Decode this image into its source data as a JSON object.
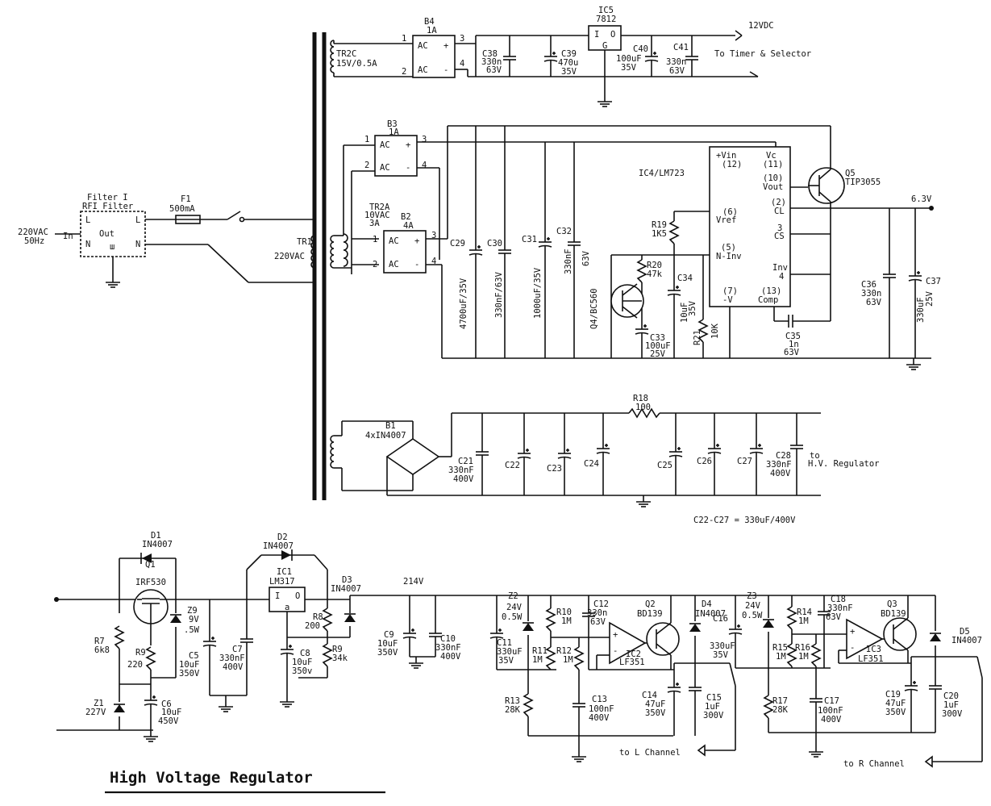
{
  "title": "High Voltage Regulator",
  "input": {
    "line1": "220VAC",
    "line2": "50Hz"
  },
  "filter": {
    "title1": "Filter I",
    "title2": "RFI Filter",
    "in": "In",
    "out": "Out",
    "l1": "L",
    "l2": "L",
    "n1": "N",
    "n2": "N",
    "gnd": "ш"
  },
  "fuse": {
    "ref": "F1",
    "val": "500mA"
  },
  "tr1": {
    "ref": "TR1",
    "val": "220VAC"
  },
  "tr2c": {
    "ref": "TR2C",
    "val": "15V/0.5A"
  },
  "tr2a": {
    "ref": "TR2A",
    "val1": "10VAC",
    "val2": "3A"
  },
  "b4": {
    "ref": "B4",
    "val": "1A",
    "p1": "1",
    "p2": "2",
    "p3": "3",
    "p4": "4",
    "ac": "AC",
    "plus": "+",
    "minus": "-"
  },
  "b3": {
    "ref": "B3",
    "val": "1A",
    "p1": "1",
    "p2": "2",
    "p3": "3",
    "p4": "4"
  },
  "b2": {
    "ref": "B2",
    "val": "4A",
    "p1": "1",
    "p2": "2",
    "p3": "3",
    "p4": "4"
  },
  "b1": {
    "ref": "B1",
    "val": "4xIN4007"
  },
  "ic5": {
    "ref": "IC5",
    "val": "7812",
    "i": "I",
    "o": "O",
    "g": "G"
  },
  "v12": "12VDC",
  "timer": "To Timer & Selector",
  "caps_top": [
    {
      "ref": "C38",
      "v1": "330n",
      "v2": "63V"
    },
    {
      "ref": "C39",
      "v1": "470u",
      "v2": "35V"
    },
    {
      "ref": "C40",
      "v1": "100uF",
      "v2": "35V"
    },
    {
      "ref": "C41",
      "v1": "330n",
      "v2": "63V"
    }
  ],
  "caps_mid": [
    {
      "ref": "C29",
      "val": "4700uF/35V"
    },
    {
      "ref": "C30",
      "val": "330nF/63V"
    },
    {
      "ref": "C31",
      "val": "1000uF/35V"
    },
    {
      "ref": "C32",
      "val": "330nF",
      "v2": "63V"
    }
  ],
  "ic4": {
    "ref": "IC4/LM723",
    "vin": "+Vin",
    "vin_pin": "(12)",
    "vc": "Vc",
    "vc_pin": "(11)",
    "vout_pin": "(10)",
    "vout": "Vout",
    "cl_pin": "(2)",
    "cl": "CL",
    "cs_pin": "3",
    "cs": "CS",
    "inv": "Inv",
    "inv_pin": "4",
    "vref_pin": "(6)",
    "vref": "Vref",
    "ninv_pin": "(5)",
    "ninv": "N-Inv",
    "v7_pin": "(7)",
    "v7": "-V",
    "comp_pin": "(13)",
    "comp": "Comp"
  },
  "q5": {
    "ref": "Q5",
    "val": "TIP3055"
  },
  "q4": {
    "ref": "Q4/BC560"
  },
  "r19": {
    "ref": "R19",
    "val": "1K5"
  },
  "r20": {
    "ref": "R20",
    "val": "47k"
  },
  "r21": {
    "ref": "R21",
    "val": "10K"
  },
  "c34": {
    "ref": "C34",
    "val": "10uF",
    "v2": "35V"
  },
  "c33": {
    "ref": "C33",
    "val": "100uF",
    "v2": "25V"
  },
  "c35": {
    "ref": "C35",
    "val": "1n",
    "v2": "63V"
  },
  "v63": "6.3V",
  "c36": {
    "ref": "C36",
    "val": "330n",
    "v2": "63V"
  },
  "c37": {
    "ref": "C37",
    "val": "330uF",
    "v2": "25V"
  },
  "r18": {
    "ref": "R18",
    "val": "100"
  },
  "hv": {
    "c21": {
      "ref": "C21",
      "val": "330nF",
      "v2": "400V"
    },
    "c22": "C22",
    "c23": "C23",
    "c24": "C24",
    "c25": "C25",
    "c26": "C26",
    "c27": "C27",
    "c28": {
      "ref": "C28",
      "val": "330nF",
      "v2": "400V"
    },
    "to1": "to",
    "to2": "H.V. Regulator",
    "note": "C22-C27 = 330uF/400V"
  },
  "bottom": {
    "d1": {
      "ref": "D1",
      "val": "IN4007"
    },
    "q1": {
      "ref": "Q1",
      "val": "IRF530"
    },
    "z9": {
      "ref": "Z9",
      "val1": "9V",
      "val2": ".5W"
    },
    "r7": {
      "ref": "R7",
      "val": "6k8"
    },
    "r9g": {
      "ref": "R9",
      "val": "220"
    },
    "z1": {
      "ref": "Z1",
      "val": "227V"
    },
    "c5": {
      "ref": "C5",
      "val": "10uF",
      "v2": "350V"
    },
    "c6": {
      "ref": "C6",
      "val": "10uF",
      "v2": "450V"
    },
    "c7": {
      "ref": "C7",
      "val": "330nF",
      "v2": "400V"
    },
    "d2": {
      "ref": "D2",
      "val": "IN4007"
    },
    "ic1": {
      "ref": "IC1",
      "val": "LM317",
      "i": "I",
      "o": "O",
      "a": "a"
    },
    "d3": {
      "ref": "D3",
      "val": "IN4007"
    },
    "r8": {
      "ref": "R8",
      "val": "200"
    },
    "r9": {
      "ref": "R9",
      "val": "34k"
    },
    "c8": {
      "ref": "C8",
      "val": "10uF",
      "v2": "350v"
    },
    "v214": "214V",
    "c9": {
      "ref": "C9",
      "val": "10uF",
      "v2": "350V"
    },
    "c10": {
      "ref": "C10",
      "val": "330nF",
      "v2": "400V"
    },
    "z2": {
      "ref": "Z2",
      "val": "24V",
      "v2": "0.5W"
    },
    "c11": {
      "ref": "C11",
      "val": "330uF",
      "v2": "35V"
    },
    "r10": {
      "ref": "R10",
      "val": "1M"
    },
    "c12": {
      "ref": "C12",
      "val": "330n",
      "v2": "63V"
    },
    "r11": {
      "ref": "R11",
      "val": "1M"
    },
    "r12": {
      "ref": "R12",
      "val": "1M"
    },
    "r13": {
      "ref": "R13",
      "val": "28K"
    },
    "ic2": {
      "ref": "IC2",
      "val": "LF351"
    },
    "q2": {
      "ref": "Q2",
      "val": "BD139"
    },
    "c13": {
      "ref": "C13",
      "val": "100nF",
      "v2": "400V"
    },
    "c14": {
      "ref": "C14",
      "val": "47uF",
      "v2": "350V"
    },
    "c15": {
      "ref": "C15",
      "val": "1uF",
      "v2": "300V"
    },
    "d4": {
      "ref": "D4",
      "val": "IN4007"
    },
    "c16": {
      "ref": "C16",
      "val": "330uF",
      "v2": "35V"
    },
    "z3": {
      "ref": "Z3",
      "val": "24V",
      "v2": "0.5W"
    },
    "r14": {
      "ref": "R14",
      "val": "1M"
    },
    "c18": {
      "ref": "C18",
      "val": "330nF",
      "v2": "63V"
    },
    "r15": {
      "ref": "R15",
      "val": "1M"
    },
    "r16": {
      "ref": "R16",
      "val": "1M"
    },
    "r17": {
      "ref": "R17",
      "val": "28K"
    },
    "c17": {
      "ref": "C17",
      "val": "100nF",
      "v2": "400V"
    },
    "ic3": {
      "ref": "IC3",
      "val": "LF351"
    },
    "q3": {
      "ref": "Q3",
      "val": "BD139"
    },
    "c19": {
      "ref": "C19",
      "val": "47uF",
      "v2": "350V"
    },
    "c20": {
      "ref": "C20",
      "val": "1uF",
      "v2": "300V"
    },
    "d5": {
      "ref": "D5",
      "val": "IN4007"
    },
    "lch": "to L Channel",
    "rch": "to R Channel"
  }
}
